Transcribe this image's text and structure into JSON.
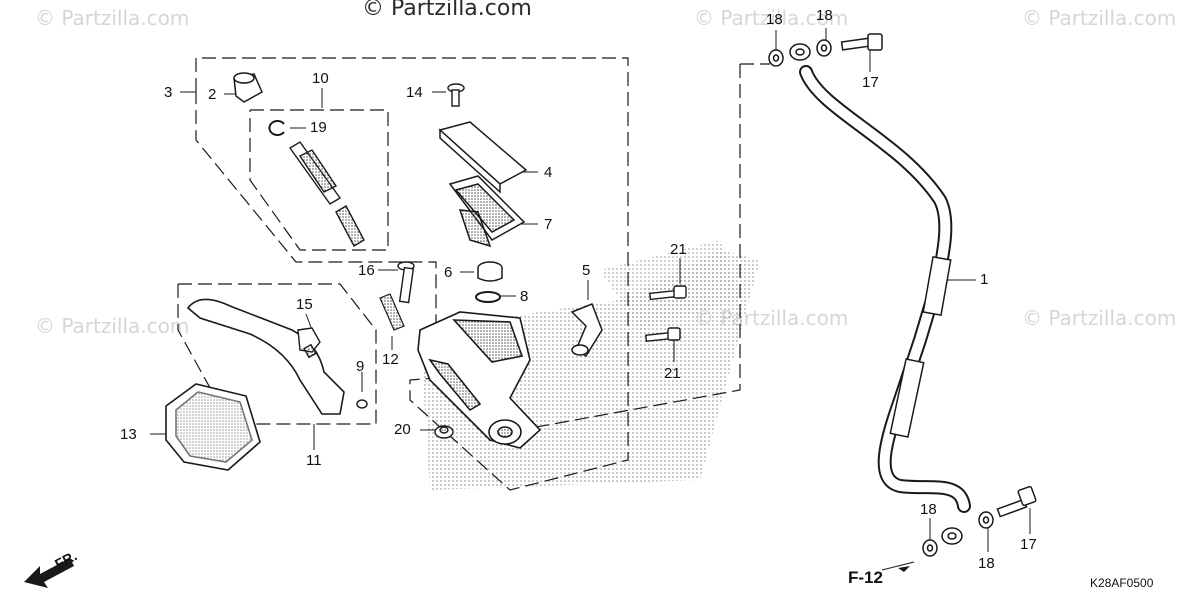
{
  "watermarks": {
    "top_center": "© Partzilla.com",
    "repeat": "© Partzilla.com"
  },
  "diagram_code": "K28AF0500",
  "direction_label": "FR.",
  "reference_label": "F-12",
  "callouts": {
    "c1": "1",
    "c2": "2",
    "c3": "3",
    "c4": "4",
    "c5": "5",
    "c6": "6",
    "c7": "7",
    "c8": "8",
    "c9": "9",
    "c10": "10",
    "c11": "11",
    "c12": "12",
    "c13": "13",
    "c14": "14",
    "c15": "15",
    "c16": "16",
    "c17a": "17",
    "c17b": "17",
    "c18a": "18",
    "c18b": "18",
    "c18c": "18",
    "c18d": "18",
    "c19": "19",
    "c20": "20",
    "c21a": "21",
    "c21b": "21"
  },
  "colors": {
    "line": "#1a1a1a",
    "watermark": "#d6d6d6",
    "dotted_fill": "#bdbdbd"
  }
}
